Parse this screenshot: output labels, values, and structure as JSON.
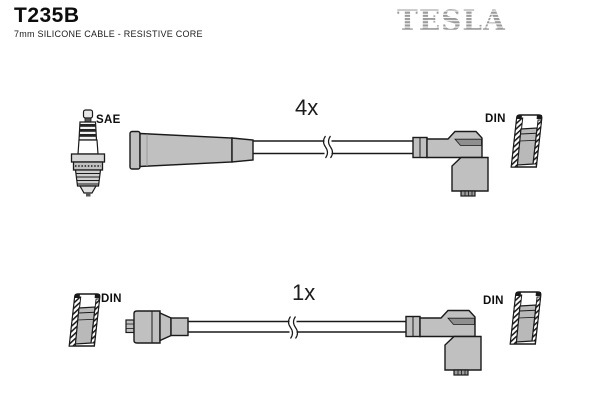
{
  "header": {
    "part_number": "T235B",
    "subtitle": "7mm SILICONE CABLE - RESISTIVE CORE",
    "brand": "TESLA"
  },
  "diagram": {
    "rows": [
      {
        "quantity": "4x",
        "left_connector": "SAE",
        "right_connector": "DIN"
      },
      {
        "quantity": "1x",
        "left_connector": "DIN",
        "right_connector": "DIN"
      }
    ],
    "icons": [
      "spark-plug-icon",
      "straight-boot-icon",
      "cable-break-icon",
      "elbow-boot-icon",
      "din-terminal-icon"
    ]
  },
  "colors": {
    "background": "#ffffff",
    "boot_gray": "#c0c0c0",
    "shadow_gray": "#8f8f8f",
    "logo_gray": "#9b9b9b",
    "outline": "#1a1a1a"
  }
}
